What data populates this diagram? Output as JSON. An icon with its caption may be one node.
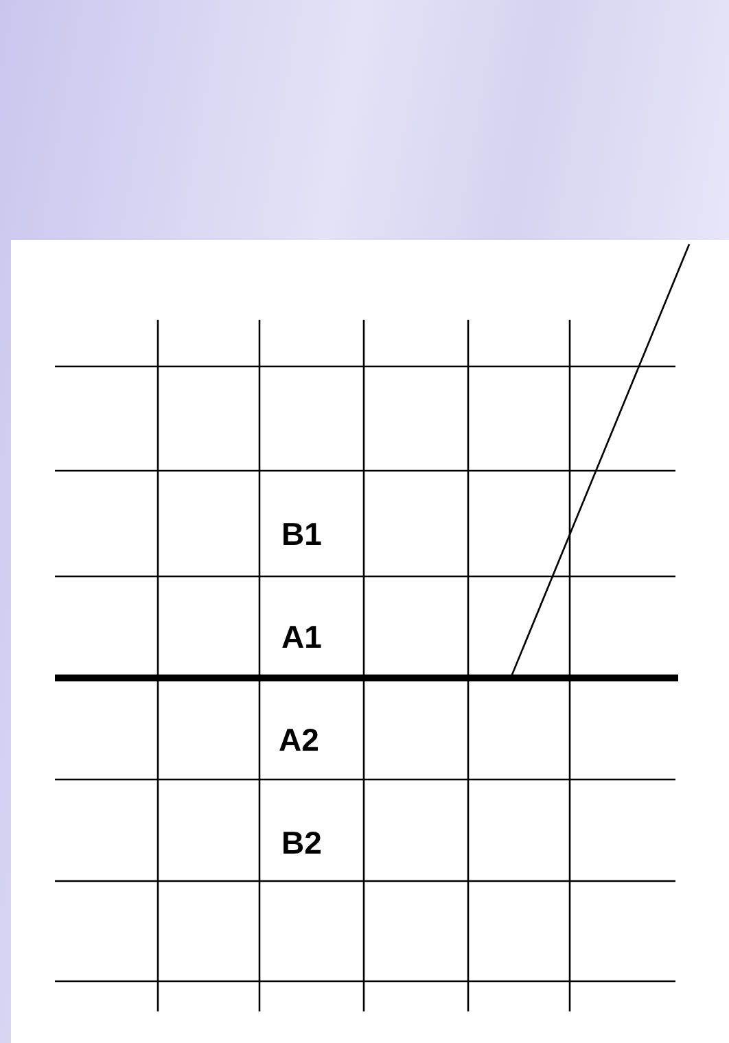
{
  "diagram": {
    "labels": [
      "B1",
      "A1",
      "A2",
      "B2"
    ]
  }
}
